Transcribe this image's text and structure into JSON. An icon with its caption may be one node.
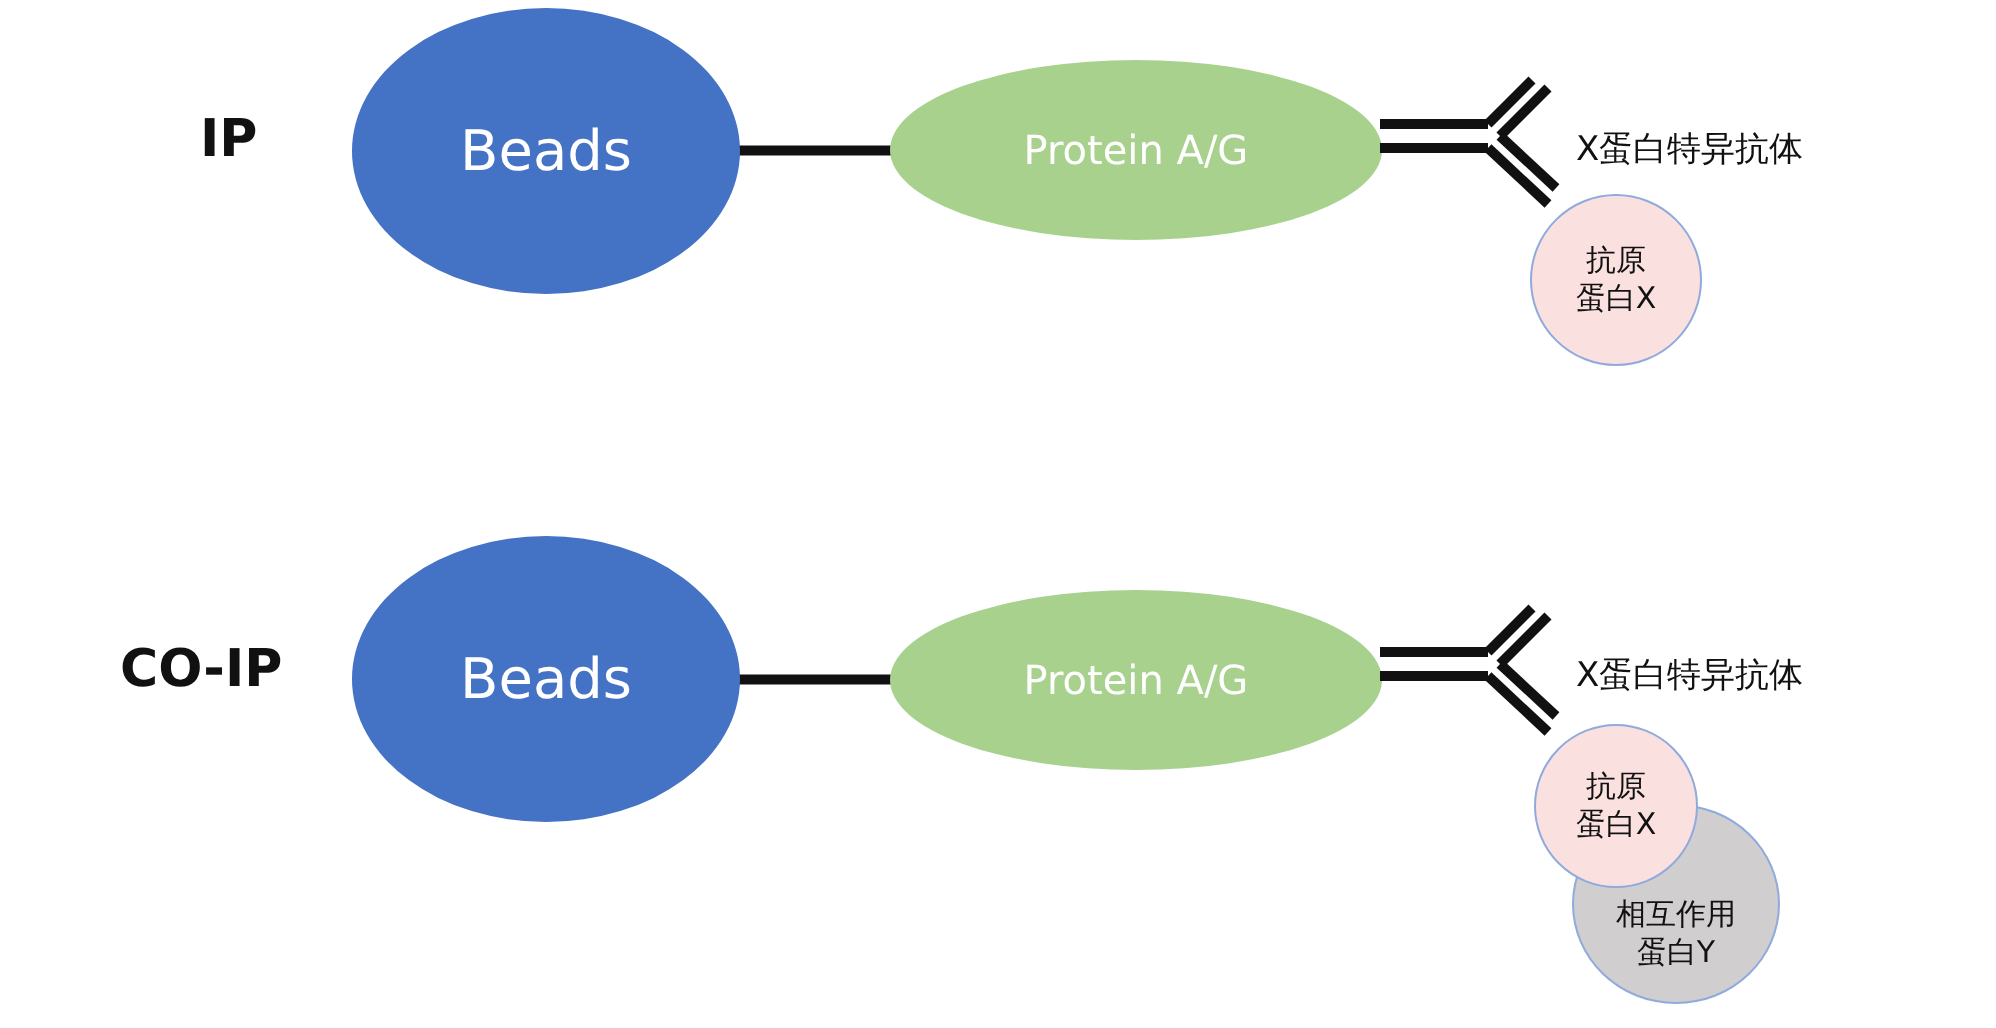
{
  "diagram": {
    "nodes": [
      {
        "text": [
          "Beads"
        ]
      },
      {
        "text": [
          "Protein A/G"
        ]
      },
      {
        "text": [],
        "shape": "picture",
        "beside": [
          "X蛋白特异抗体"
        ]
      },
      {
        "text": [
          "抗原蛋白X"
        ]
      },
      {
        "text": [
          "Beads"
        ]
      },
      {
        "text": [
          "Protein A/G"
        ]
      },
      {
        "text": [],
        "shape": "picture",
        "beside": [
          "X蛋白特异抗体"
        ]
      },
      {
        "text": [
          "抗原蛋白X"
        ]
      },
      {
        "text": [
          "相互作用蛋白Y"
        ]
      }
    ],
    "edges": [
      {
        "from": 0,
        "to": 1,
        "arrow": "none"
      },
      {
        "from": 4,
        "to": 5,
        "arrow": "none"
      }
    ],
    "labels": [
      "IP",
      "CO-IP"
    ]
  }
}
